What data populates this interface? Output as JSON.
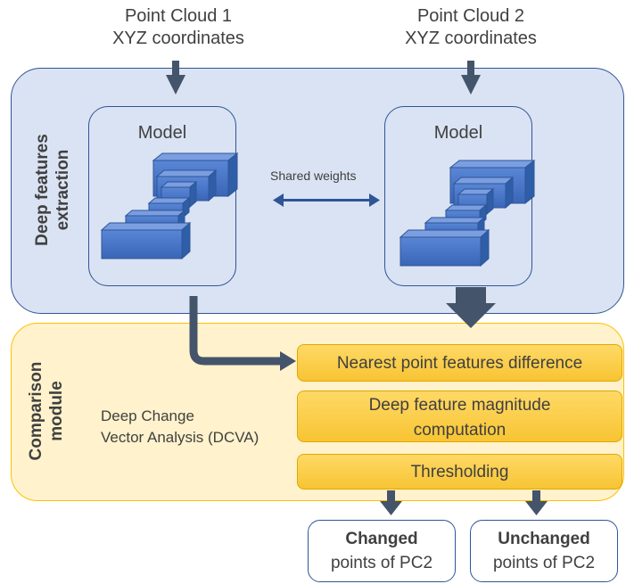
{
  "inputs": {
    "pc1": {
      "line1": "Point Cloud 1",
      "line2": "XYZ coordinates"
    },
    "pc2": {
      "line1": "Point Cloud 2",
      "line2": "XYZ coordinates"
    }
  },
  "deep_features": {
    "label_line1": "Deep features",
    "label_line2": "extraction",
    "model_left": "Model",
    "model_right": "Model",
    "shared_weights": "Shared weights"
  },
  "comparison": {
    "label_line1": "Comparison",
    "label_line2": "module",
    "dcva_line1": "Deep Change",
    "dcva_line2": "Vector Analysis (DCVA)",
    "steps": [
      "Nearest point features difference",
      "Deep feature magnitude computation",
      "Thresholding"
    ]
  },
  "outputs": {
    "changed": {
      "bold": "Changed",
      "rest": "points of PC2"
    },
    "unchanged": {
      "bold": "Unchanged",
      "rest": "points of PC2"
    }
  },
  "colors": {
    "panel_blue": "#dae3f3",
    "border_blue": "#2f5597",
    "panel_yellow": "#fff2cc",
    "step_yellow": "#ffc000",
    "arrow": "#44546a",
    "cube": "#4472c4"
  }
}
